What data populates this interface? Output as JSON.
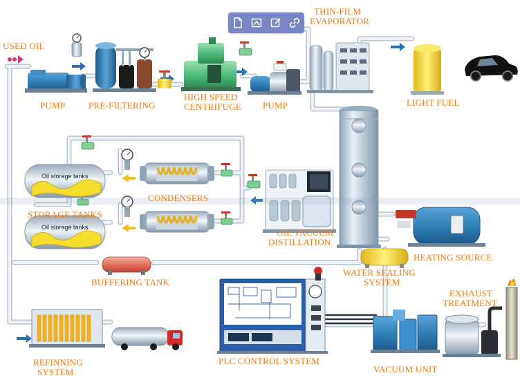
{
  "labels": {
    "used_oil": "USED OIL",
    "pump1": "PUMP",
    "pre_filtering": "PRE-FILTERING",
    "high_speed_l1": "HIGH SPEED",
    "high_speed_l2": "CENTRIFUGE",
    "pump2": "PUMP",
    "thin_film_l1": "THIN-FILM",
    "thin_film_l2": "EVAPORATOR",
    "light_fuel": "LIGHT FUEL",
    "condensers": "CONDENSERS",
    "storage_tanks": "STORAGE TANKS",
    "oil_vacuum_l1": "OIL VACUUM",
    "oil_vacuum_l2": "DISTILLATION",
    "heating_source": "HEATING SOURCE",
    "buffering_tank": "BUFFERING TANK",
    "water_sealing_l1": "WATER SEALING",
    "water_sealing_l2": "SYSTEM",
    "exhaust_l1": "EXHAUST",
    "exhaust_l2": "TREATMENT",
    "refining_l1": "REFINNING",
    "refining_l2": "SYSTEM",
    "plc": "PLC CONTROL SYSTEM",
    "vacuum_unit": "VACUUM UNIT",
    "tank_text_1": "Oil storage tanks",
    "tank_text_2": "Oil storage tanks"
  },
  "toolbar": {
    "icons": [
      "file-icon",
      "image-edit-icon",
      "edit-icon",
      "link-icon"
    ]
  },
  "colors": {
    "label": "#f07a14",
    "pipe": "#e6ecf2",
    "pipe_edge": "#b7c3cf",
    "equipment_blue": "#2f7fb8",
    "arrow_blue": "#2b6fb3",
    "toolbar_bg": "#7b86c6",
    "oil_yellow": "#f4dd2c",
    "light_fuel_yellow": "#f2d52a"
  }
}
